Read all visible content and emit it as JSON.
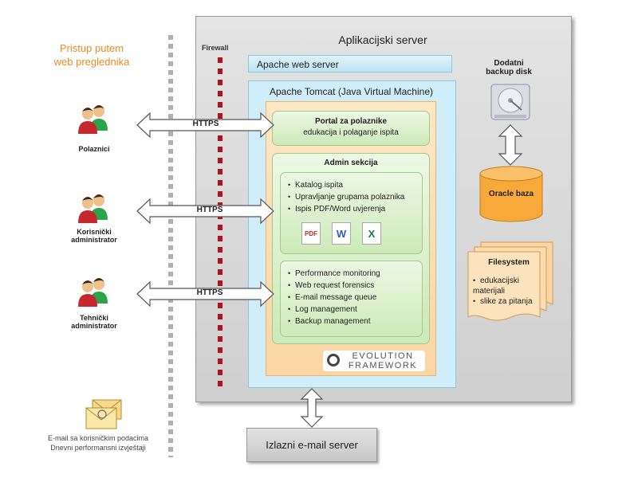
{
  "access": {
    "title_line1": "Pristup putem",
    "title_line2": "web preglednika"
  },
  "server": {
    "title": "Aplikacijski server",
    "firewall_label": "Firewall"
  },
  "apache": {
    "web_server": "Apache web server",
    "tomcat": "Apache Tomcat (Java Virtual Machine)"
  },
  "portal": {
    "title": "Portal za polaznike",
    "subtitle": "edukacija i polaganje ispita"
  },
  "admin": {
    "title": "Admin sekcija",
    "items": [
      "Katalog ispita",
      "Upravljanje grupama polaznika",
      "Ispis PDF/Word uvjerenja"
    ],
    "icons": [
      {
        "name": "pdf-icon",
        "label": "PDF",
        "color": "#c8281e"
      },
      {
        "name": "word-icon",
        "label": "W",
        "color": "#2b5fb4"
      },
      {
        "name": "excel-icon",
        "label": "X",
        "color": "#1e7b3a"
      }
    ]
  },
  "monitoring": {
    "items": [
      "Performance monitoring",
      "Web request forensics",
      "E-mail message queue",
      "Log management",
      "Backup management"
    ]
  },
  "framework": {
    "line1": "EVOLUTION",
    "line2": "FRAMEWORK"
  },
  "users": [
    {
      "line1": "Polaznici",
      "line2": ""
    },
    {
      "line1": "Korisnički",
      "line2": "administrator"
    },
    {
      "line1": "Tehnički",
      "line2": "administrator"
    }
  ],
  "connections": {
    "https": "HTTPS"
  },
  "backup": {
    "line1": "Dodatni",
    "line2": "backup disk"
  },
  "database": {
    "label": "Oracle baza"
  },
  "filesystem": {
    "title": "Filesystem",
    "items": [
      "edukacijski materijali",
      "slike za pitanja"
    ]
  },
  "mail_server": {
    "label": "Izlazni e-mail server"
  },
  "mail_note": {
    "line1": "E-mail sa korisničkim podacima",
    "line2": "Dnevni performansni izvještaji"
  },
  "colors": {
    "accent_orange": "#f08a24",
    "firewall_red": "#b3121b",
    "db_orange": "#f7a93a"
  }
}
